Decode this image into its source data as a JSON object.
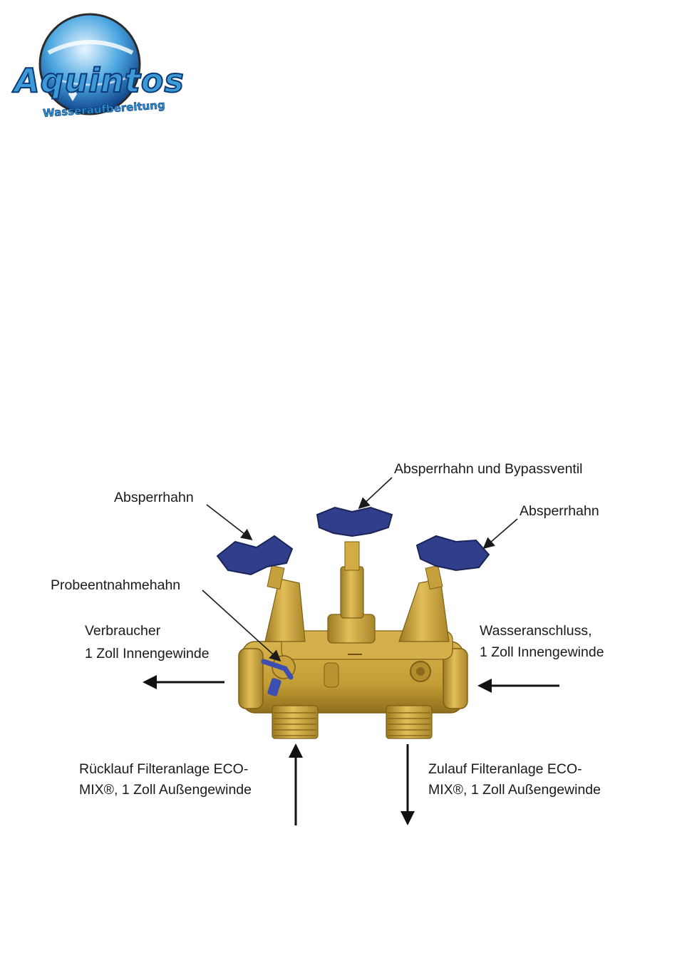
{
  "logo": {
    "brand": "Aquintos",
    "tagline": "Wasseraufbereitung"
  },
  "labels": {
    "absperrhahn_left": "Absperrhahn",
    "absperrhahn_bypass": "Absperrhahn und Bypassventil",
    "absperrhahn_right": "Absperrhahn",
    "probeentnahmehahn": "Probeentnahmehahn",
    "verbraucher_line1": "Verbraucher",
    "verbraucher_line2": "1 Zoll Innengewinde",
    "wasseranschluss_line1": "Wasseranschluss,",
    "wasseranschluss_line2": "1 Zoll Innengewinde",
    "ruecklauf_line1": "Rücklauf Filteranlage ECO-",
    "ruecklauf_line2": "MIX®, 1 Zoll Außengewinde",
    "zulauf_line1": "Zulauf Filteranlage ECO-",
    "zulauf_line2": "MIX®, 1 Zoll Außengewinde"
  },
  "colors": {
    "brass": "#c9a23a",
    "brass_dark": "#9c7a22",
    "handle_blue": "#2f3f8c",
    "logo_blue": "#3d9ad6"
  }
}
